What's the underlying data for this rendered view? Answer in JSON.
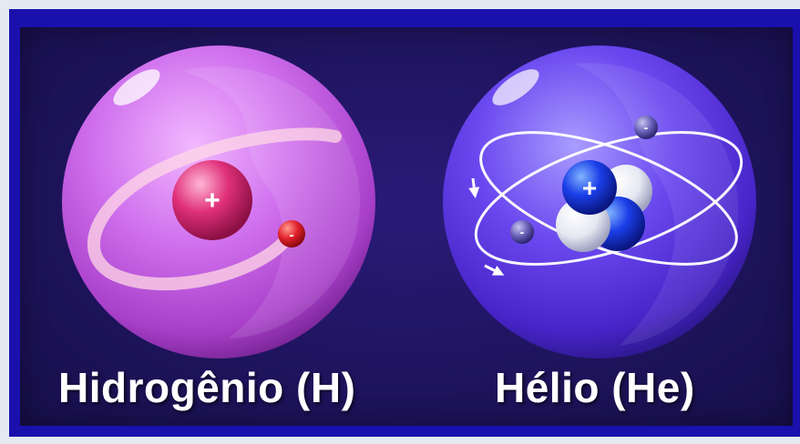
{
  "atoms": [
    {
      "id": "hydrogen",
      "caption": "Hidrogênio (H)",
      "proton_sign": "+",
      "electron_sign": "-"
    },
    {
      "id": "helium",
      "caption": "Hélio (He)",
      "proton_sign": "+",
      "electron_sign": "-"
    }
  ],
  "colors": {
    "frame": "#1a10ad",
    "panel": "#1f145e",
    "hydrogen_sphere": "#c35be0",
    "helium_sphere": "#5a34e0",
    "proton_hydrogen": "#e0307a",
    "electron_hydrogen": "#e0202a",
    "proton_helium": "#1a2ee0",
    "neutron_helium": "#e6e8f2",
    "caption_text": "#ffffff"
  }
}
